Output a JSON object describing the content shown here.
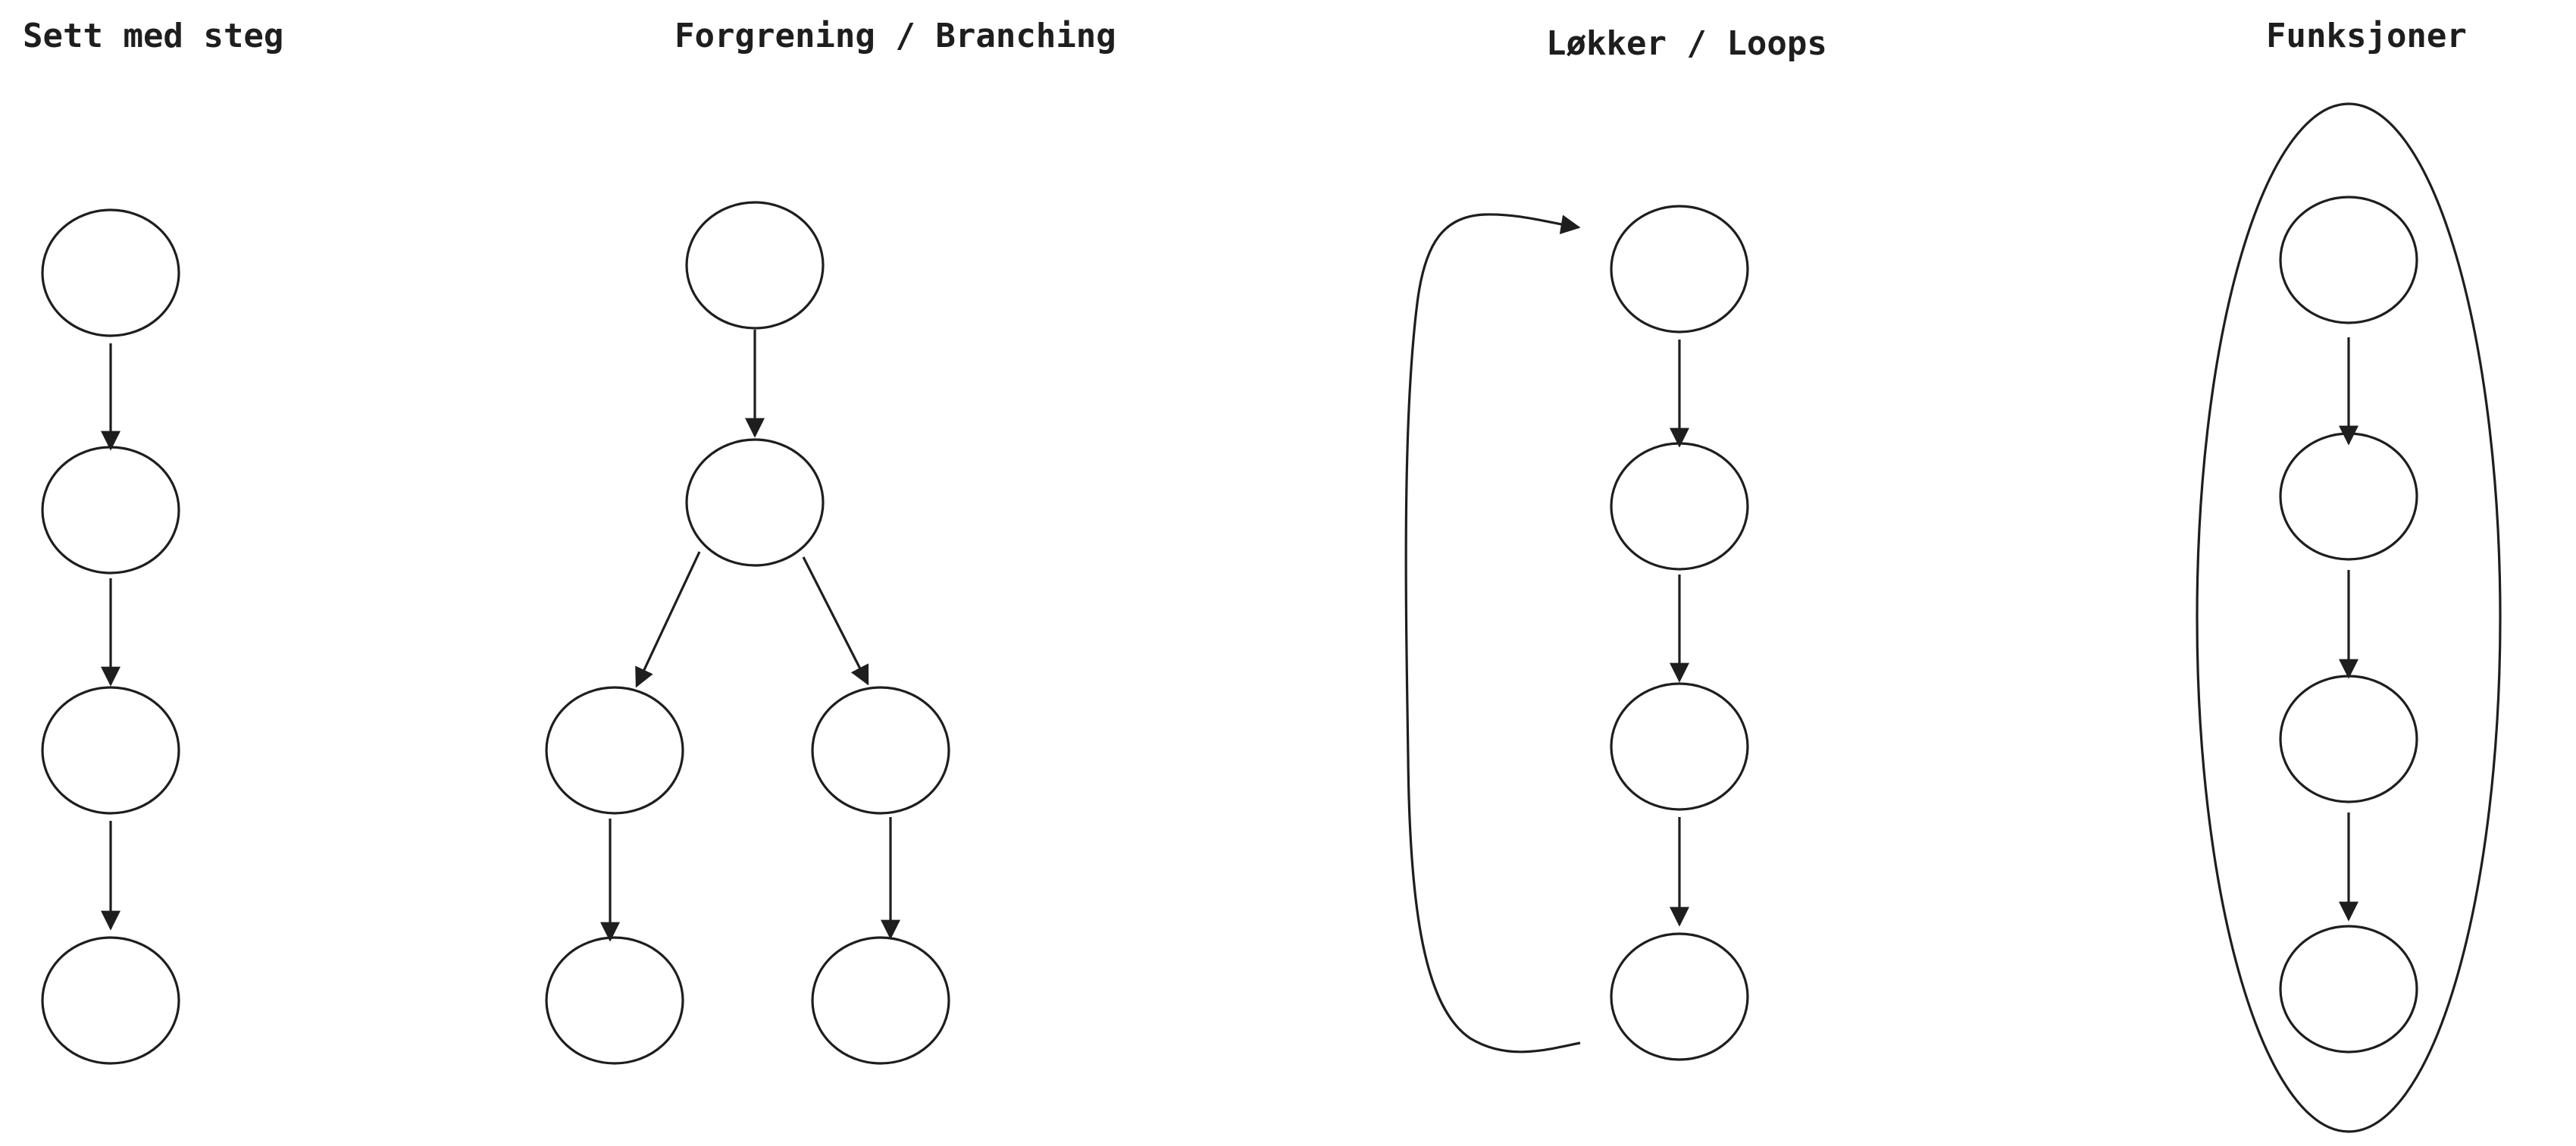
{
  "diagram": {
    "stroke_color": "#1e1e1e",
    "background": "#ffffff",
    "panels": [
      {
        "id": "sequence",
        "title": "Sett med steg",
        "node_count": 4,
        "edge_count": 3
      },
      {
        "id": "branching",
        "title": "Forgrening / Branching",
        "node_count": 6,
        "edge_count": 5
      },
      {
        "id": "loops",
        "title": "Løkker / Loops",
        "node_count": 4,
        "edge_count": 3,
        "loop_back_arrow": true
      },
      {
        "id": "functions",
        "title": "Funksjoner",
        "node_count": 4,
        "edge_count": 3,
        "enclosed": true
      }
    ]
  }
}
